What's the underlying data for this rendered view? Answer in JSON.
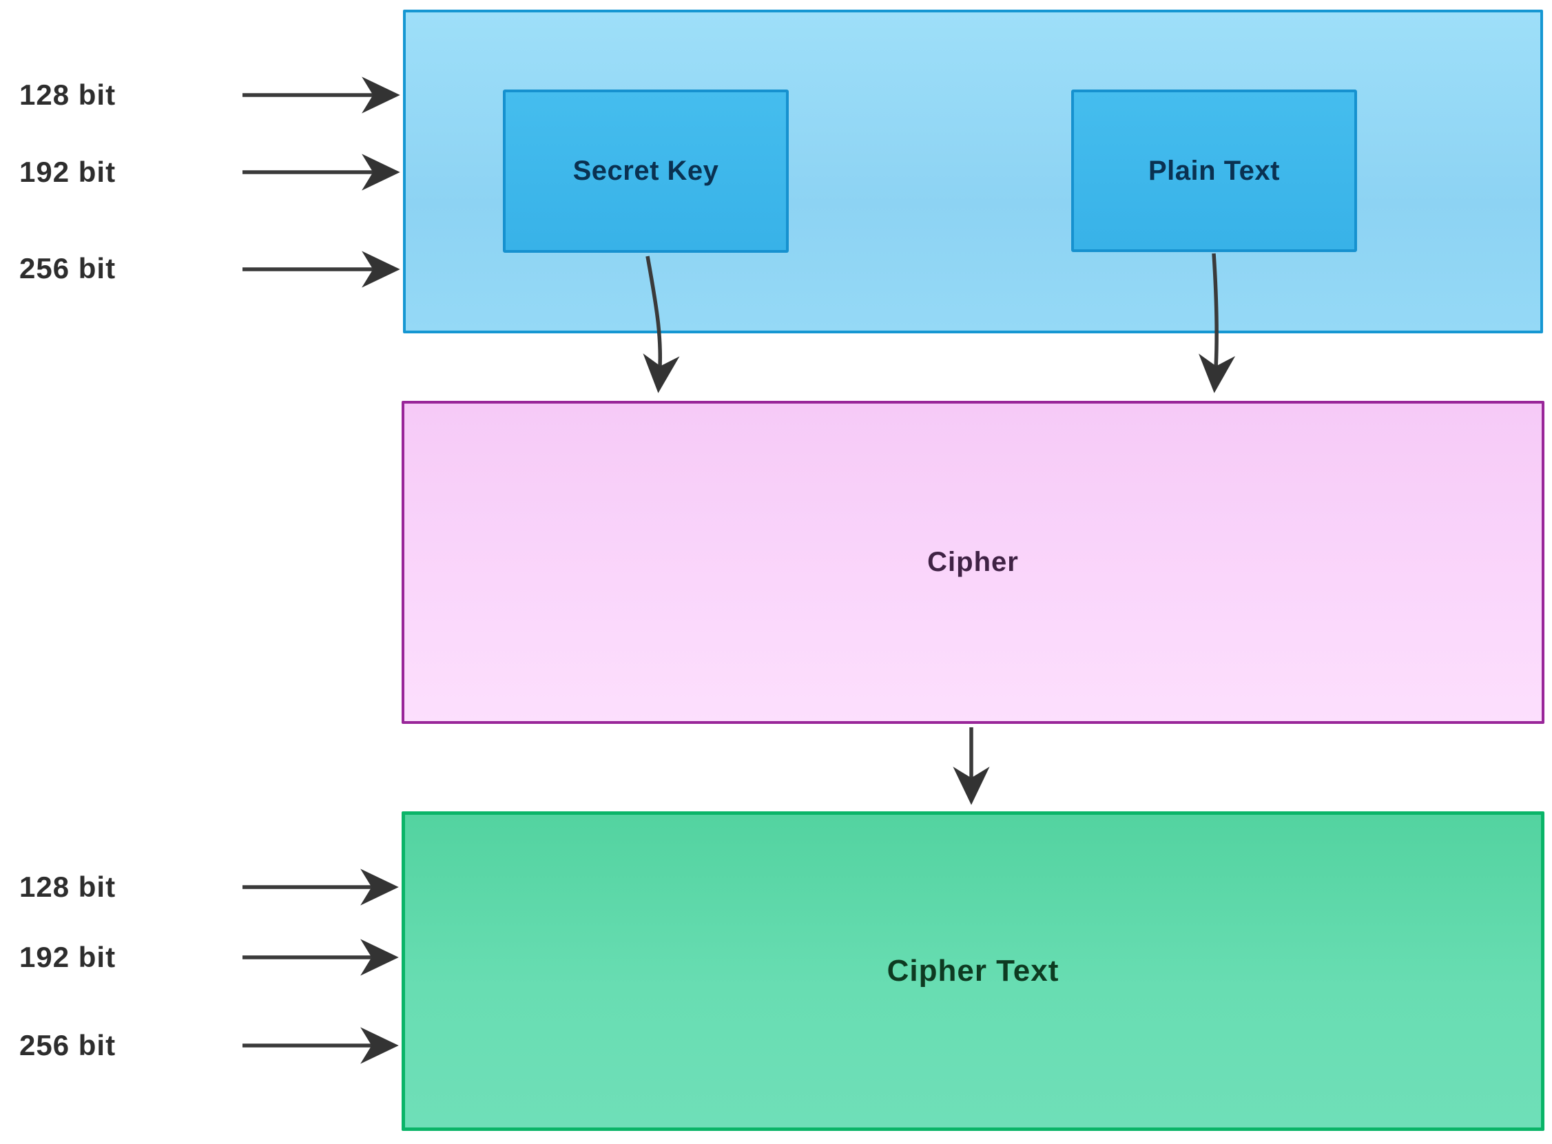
{
  "input_section": {
    "bit_labels": [
      "128 bit",
      "192 bit",
      "256 bit"
    ],
    "secret_key": {
      "label": "Secret Key"
    },
    "plain_text": {
      "label": "Plain Text"
    }
  },
  "cipher": {
    "label": "Cipher"
  },
  "output_section": {
    "bit_labels": [
      "128 bit",
      "192 bit",
      "256 bit"
    ],
    "cipher_text": {
      "label": "Cipher Text"
    }
  },
  "icons": {
    "input_arrow": "arrow-right-icon",
    "flow_arrow": "arrow-down-icon"
  },
  "colors": {
    "background": "#ffffff",
    "input_container_fill": "#93d7f5",
    "input_container_border": "#1697d2",
    "key_box_fill": "#3eb8ec",
    "key_box_border": "#1691cf",
    "key_box_text": "#0a3151",
    "cipher_fill": "#f9d3fb",
    "cipher_border": "#992699",
    "cipher_text_color": "#3f2244",
    "output_fill": "#5fd8aa",
    "output_border": "#0ab468",
    "output_text_color": "#0e3a21",
    "bit_label_text": "#2d2d2d",
    "arrow": "#3a3a3a"
  }
}
